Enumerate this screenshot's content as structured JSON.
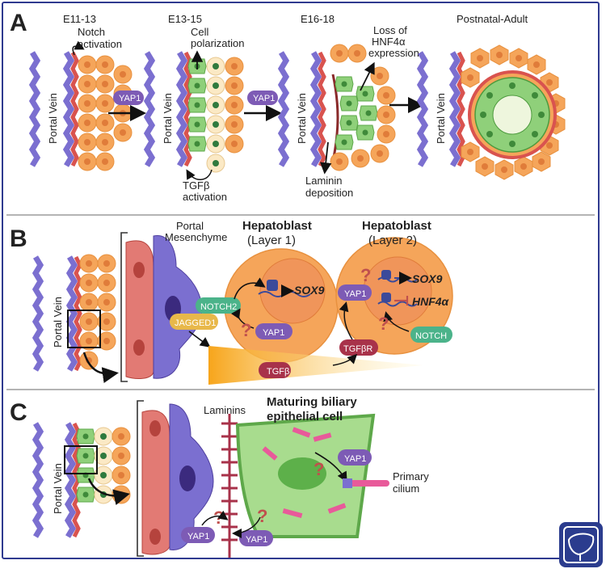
{
  "panels": {
    "a": "A",
    "b": "B",
    "c": "C"
  },
  "panel_a": {
    "stages": [
      "E11-13",
      "E13-15",
      "E16-18",
      "Postnatal-Adult"
    ],
    "portal_vein": "Portal Vein",
    "notch_activation": [
      "Notch",
      "activation"
    ],
    "cell_polarization": [
      "Cell",
      "polarization"
    ],
    "tgfb_activation": [
      "TGFβ",
      "activation"
    ],
    "loss_hnf4a": [
      "Loss of",
      "HNF4α",
      "expression"
    ],
    "laminin_deposition": [
      "Laminin",
      "deposition"
    ],
    "yap1": "YAP1"
  },
  "panel_b": {
    "portal_vein": "Portal Vein",
    "portal_mesenchyme": [
      "Portal",
      "Mesenchyme"
    ],
    "hepatoblast1": [
      "Hepatoblast",
      "(Layer 1)"
    ],
    "hepatoblast2": [
      "Hepatoblast",
      "(Layer 2)"
    ],
    "notch2": "NOTCH2",
    "jagged1": "JAGGED1",
    "yap1": "YAP1",
    "sox9": "SOX9",
    "hnf4a": "HNF4α",
    "notch": "NOTCH",
    "tgfbr": "TGFβR",
    "tgfb": "TGFβ",
    "question": "?"
  },
  "panel_c": {
    "portal_vein": "Portal Vein",
    "laminins": "Laminins",
    "maturing": [
      "Maturing biliary",
      "epithelial cell"
    ],
    "primary_cilium": [
      "Primary",
      "cilium"
    ],
    "yap1": "YAP1",
    "question": "?"
  },
  "colors": {
    "frame": "#2f3a8f",
    "hepatocyte": "#f5a55a",
    "hepatocyte_nucleus": "#e07c3a",
    "endothelial": "#7b6fd0",
    "red_cell": "#d9534f",
    "biliary_green": "#8fd07a",
    "yap1_purple": "#7d5bb5",
    "notch_green": "#4bb38a",
    "jagged_yellow": "#e8b84a",
    "tgfbr_red": "#a8324a"
  }
}
